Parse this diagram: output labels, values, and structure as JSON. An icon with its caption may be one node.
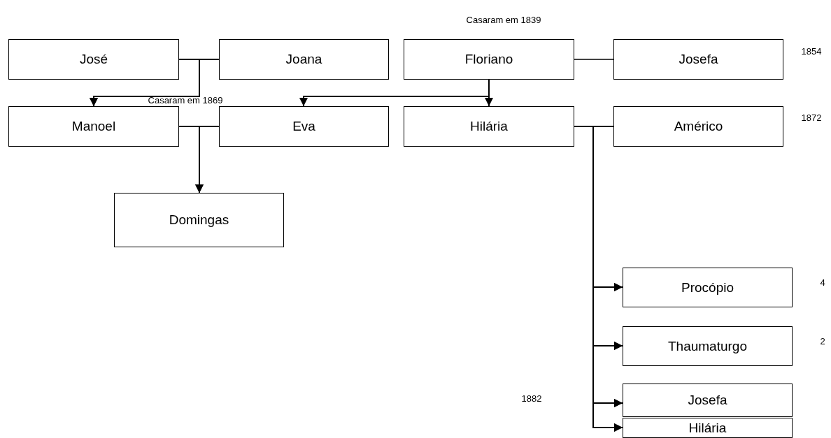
{
  "diagram": {
    "nodes": [
      {
        "text": [
          "José"
        ]
      },
      {
        "text": [
          "Joana"
        ]
      },
      {
        "text": [
          "Floriano"
        ]
      },
      {
        "text": [
          "Josefa"
        ]
      },
      {
        "text": [
          "Manoel"
        ]
      },
      {
        "text": [
          "Eva"
        ]
      },
      {
        "text": [
          "Hilária"
        ]
      },
      {
        "text": [
          "Américo"
        ]
      },
      {
        "text": [
          "Domingas"
        ]
      },
      {
        "text": [
          "Procópio"
        ]
      },
      {
        "text": [
          "Thaumaturgo"
        ]
      },
      {
        "text": [
          "Josefa"
        ]
      },
      {
        "text": [
          "Hilária"
        ]
      }
    ],
    "edges": [
      {
        "from": 0,
        "to": 1,
        "arrow": "none"
      },
      {
        "from": 2,
        "to": 3,
        "arrow": "none"
      },
      {
        "from": 0,
        "to": 4,
        "arrow": "to"
      },
      {
        "from": 1,
        "to": 4,
        "arrow": "to"
      },
      {
        "from": 2,
        "to": 5,
        "arrow": "to"
      },
      {
        "from": 2,
        "to": 6,
        "arrow": "to"
      },
      {
        "from": 4,
        "to": 5,
        "arrow": "none"
      },
      {
        "from": 4,
        "to": 8,
        "arrow": "to"
      },
      {
        "from": 5,
        "to": 8,
        "arrow": "to"
      },
      {
        "from": 6,
        "to": 7,
        "arrow": "none"
      },
      {
        "from": 6,
        "to": 9,
        "arrow": "to"
      },
      {
        "from": 7,
        "to": 9,
        "arrow": "to"
      },
      {
        "from": 6,
        "to": 10,
        "arrow": "to"
      },
      {
        "from": 7,
        "to": 10,
        "arrow": "to"
      },
      {
        "from": 6,
        "to": 11,
        "arrow": "to"
      },
      {
        "from": 7,
        "to": 11,
        "arrow": "to"
      },
      {
        "from": 6,
        "to": 12,
        "arrow": "to"
      },
      {
        "from": 7,
        "to": 12,
        "arrow": "to"
      }
    ],
    "labels": [
      "Casaram em 1839",
      "1854",
      "Casaram em 1869",
      "1872",
      "4",
      "2",
      "1882"
    ]
  }
}
